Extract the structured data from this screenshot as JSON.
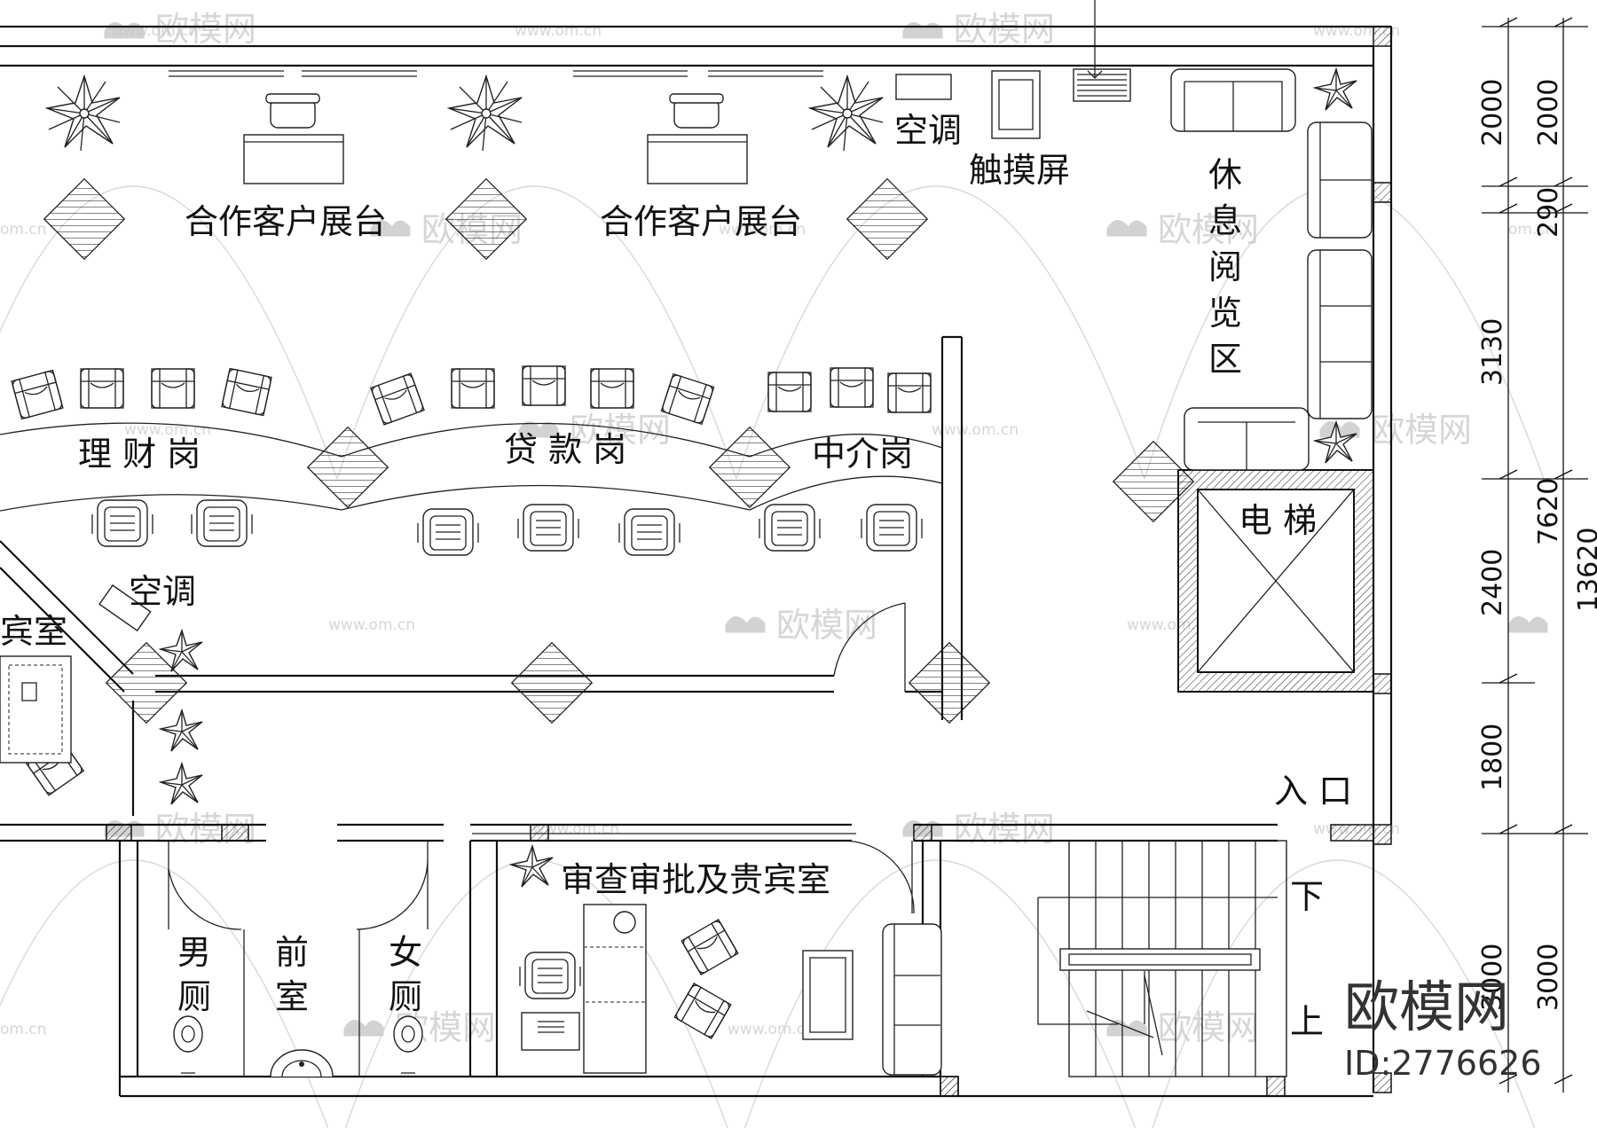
{
  "rooms": {
    "partner_booth_1": "合作客户展台",
    "partner_booth_2": "合作客户展台",
    "ac_top": "空调",
    "touch_screen": "触摸屏",
    "lounge": [
      "休",
      "息",
      "阅",
      "览",
      "区"
    ],
    "wealth_desk": "理 财 岗",
    "loan_desk": "贷 款 岗",
    "agent_desk": "中介岗",
    "elevator": "电 梯",
    "ac_left": "空调",
    "vip_partial": "宾室",
    "entrance": "入 口",
    "stair_down": "下",
    "stair_up": "上",
    "review_vip": "审查审批及贵宾室",
    "mens_1": "男",
    "mens_2": "厕",
    "anteroom_1": "前",
    "anteroom_2": "室",
    "womens_1": "女",
    "womens_2": "厕"
  },
  "dimensions": {
    "inner": [
      "2000",
      "2400",
      "1800",
      "3000"
    ],
    "outer": [
      "2000",
      "290",
      "3130",
      "7620",
      "3000",
      "13620"
    ]
  },
  "watermark": {
    "brand": "欧模网",
    "url": "www.om.cn",
    "url_short": "om.cn",
    "id": "ID:2776626"
  },
  "colors": {
    "line": "#111111",
    "watermark": "#c9c9c9"
  },
  "icons": [
    "potted-plant-icon",
    "armchair-icon",
    "sofa-icon",
    "desk-icon",
    "toilet-icon",
    "basin-icon"
  ]
}
